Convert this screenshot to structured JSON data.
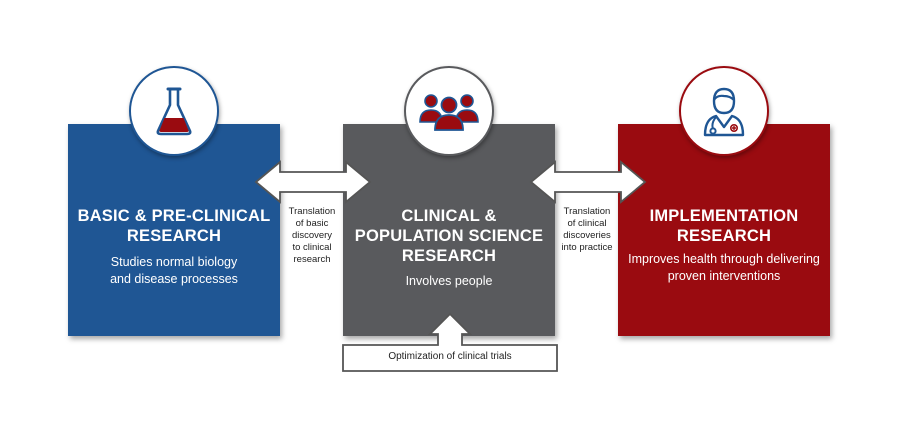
{
  "panels": [
    {
      "title": "BASIC & PRE-CLINICAL RESEARCH",
      "description": "Studies normal biology and disease processes",
      "icon": "flask-icon",
      "color": "#1f5694"
    },
    {
      "title": "CLINICAL & POPULATION SCIENCE RESEARCH",
      "description": "Involves people",
      "icon": "people-group-icon",
      "color": "#595a5d"
    },
    {
      "title": "IMPLEMENTATION RESEARCH",
      "description": "Improves health through delivering proven interventions",
      "icon": "doctor-icon",
      "color": "#9a0b10"
    }
  ],
  "connectors": {
    "left": "Translation of basic discovery to clinical research",
    "right": "Translation of clinical discoveries into practice",
    "bottom": "Optimization of clinical trials"
  }
}
